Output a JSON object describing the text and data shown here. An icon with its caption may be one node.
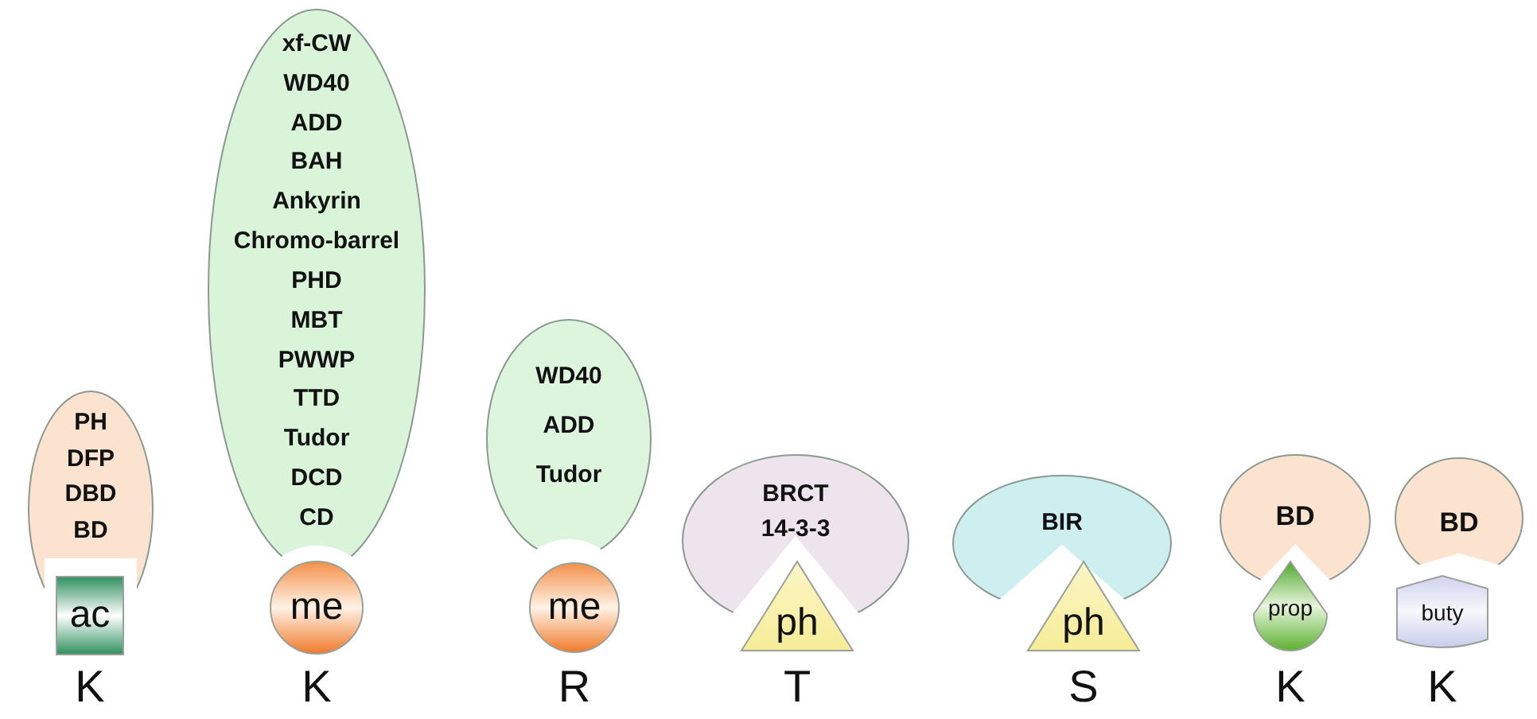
{
  "diagram": {
    "nodes": [
      {
        "text": [
          "PH",
          "DFP",
          "DBD",
          "BD"
        ]
      },
      {
        "text": [
          "ac"
        ],
        "beside": [
          "K"
        ]
      },
      {
        "text": [
          "xf-CW",
          "WD40",
          "ADD",
          "BAH",
          "Ankyrin",
          "Chromo-barrel",
          "PHD",
          "MBT",
          "PWWP",
          "TTD",
          "Tudor",
          "DCD",
          "CD"
        ]
      },
      {
        "text": [
          "me"
        ],
        "beside": [
          "K"
        ]
      },
      {
        "text": [
          "WD40",
          "ADD",
          "Tudor"
        ]
      },
      {
        "text": [
          "me"
        ],
        "beside": [
          "R"
        ]
      },
      {
        "text": [
          "BRCT",
          "14-3-3"
        ]
      },
      {
        "text": [
          "ph"
        ],
        "beside": [
          "T"
        ]
      },
      {
        "text": [
          "BIR"
        ]
      },
      {
        "text": [
          "ph"
        ],
        "beside": [
          "S"
        ]
      },
      {
        "text": [
          "BD"
        ]
      },
      {
        "text": [
          "prop"
        ],
        "beside": [
          "K"
        ]
      },
      {
        "text": [
          "BD"
        ]
      },
      {
        "text": [
          "buty"
        ],
        "beside": [
          "K"
        ]
      }
    ]
  }
}
